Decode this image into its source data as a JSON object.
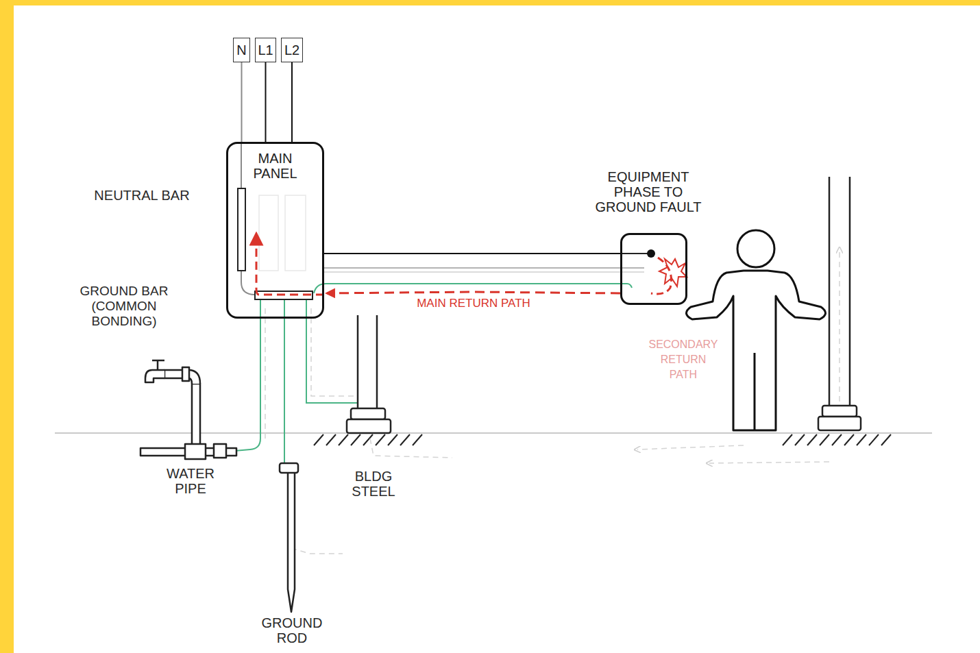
{
  "diagram": {
    "nodes": [
      {
        "text": [
          "N"
        ]
      },
      {
        "text": [
          "L1"
        ]
      },
      {
        "text": [
          "L2"
        ]
      },
      {
        "text": [
          "MAIN PANEL"
        ]
      },
      {
        "text": [
          "EQUIPMENT PHASE TO GROUND FAULT"
        ]
      }
    ],
    "edges": [
      {
        "from": 0,
        "to": 3,
        "arrow": "none"
      },
      {
        "from": 1,
        "to": 3,
        "arrow": "none"
      },
      {
        "from": 2,
        "to": 3,
        "arrow": "none"
      },
      {
        "from": 3,
        "to": 4,
        "arrow": "none"
      },
      {
        "from": 4,
        "to": 3,
        "arrow": "to",
        "label": "MAIN RETURN PATH"
      }
    ],
    "labels": [
      "NEUTRAL BAR",
      "GROUND BAR (COMMON BONDING)",
      "SECONDARY RETURN PATH",
      "WATER PIPE",
      "BLDG STEEL",
      "GROUND ROD"
    ]
  }
}
